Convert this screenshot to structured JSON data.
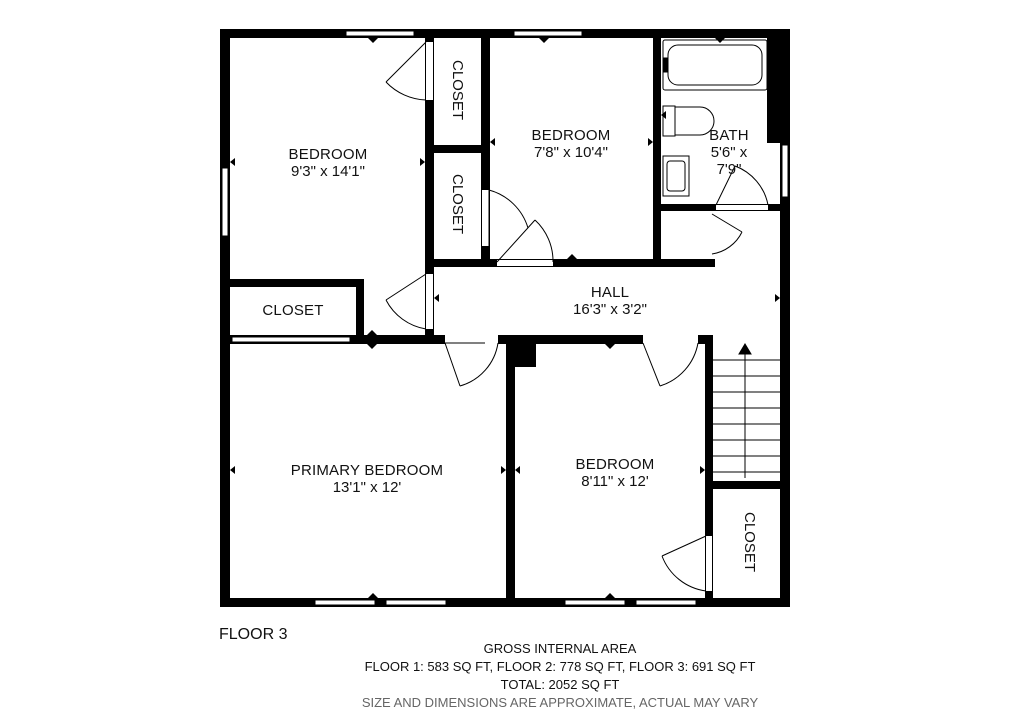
{
  "floor_label": "FLOOR 3",
  "rooms": {
    "bedroom_nw": {
      "name": "BEDROOM",
      "dims": "9'3\" x 14'1\""
    },
    "bedroom_mid": {
      "name": "BEDROOM",
      "dims": "7'8\" x 10'4\""
    },
    "bath": {
      "name": "BATH",
      "dims": "5'6\" x 7'9\""
    },
    "hall": {
      "name": "HALL",
      "dims": "16'3\" x 3'2\""
    },
    "primary": {
      "name": "PRIMARY BEDROOM",
      "dims": "13'1\" x 12'"
    },
    "bedroom_se": {
      "name": "BEDROOM",
      "dims": "8'11\" x 12'"
    },
    "closet_top": {
      "name": "CLOSET"
    },
    "closet_mid": {
      "name": "CLOSET"
    },
    "closet_left": {
      "name": "CLOSET"
    },
    "closet_right": {
      "name": "CLOSET"
    }
  },
  "footer": {
    "heading": "GROSS INTERNAL AREA",
    "floors_line": "FLOOR 1: 583 SQ FT, FLOOR 2: 778 SQ FT, FLOOR 3: 691 SQ FT",
    "total_line": "TOTAL: 2052 SQ FT",
    "disclaimer": "SIZE AND DIMENSIONS ARE APPROXIMATE, ACTUAL MAY VARY"
  },
  "colors": {
    "wall": "#000000",
    "background": "#ffffff"
  }
}
